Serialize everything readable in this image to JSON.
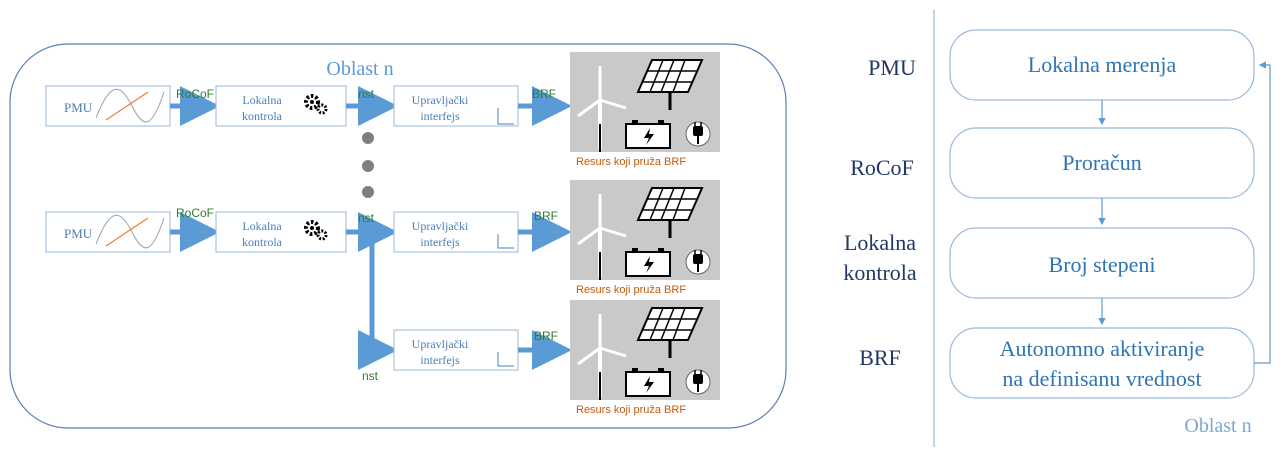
{
  "left_diagram": {
    "region_title": "Oblast n",
    "pmu_label": "PMU",
    "rocof_label": "RoCoF",
    "control_line1": "Lokalna",
    "control_line2": "kontrola",
    "nst_label": "nst",
    "interface_line1": "Upravljački",
    "interface_line2": "interfejs",
    "brf_label": "BRF",
    "resource_caption": "Resurs koji pruža BRF"
  },
  "right_diagram": {
    "side_labels": {
      "pmu": "PMU",
      "rocof": "RoCoF",
      "control_line1": "Lokalna",
      "control_line2": "kontrola",
      "brf": "BRF"
    },
    "boxes": {
      "measurements": "Lokalna merenja",
      "calculation": "Proračun",
      "stages": "Broj stepeni",
      "activation_line1": "Autonomno aktiviranje",
      "activation_line2": "na definisanu vrednost"
    },
    "region_title": "Oblast n"
  },
  "colors": {
    "region_border": "#5b7fb5",
    "box_border": "#9ab8da",
    "label_blue": "#2e75b6",
    "arrow_blue": "#5b9bd5",
    "green_label": "#2e7d32",
    "orange_caption": "#c55a11",
    "resource_bg": "#c9c9c9",
    "right_text": "#1f3864"
  }
}
